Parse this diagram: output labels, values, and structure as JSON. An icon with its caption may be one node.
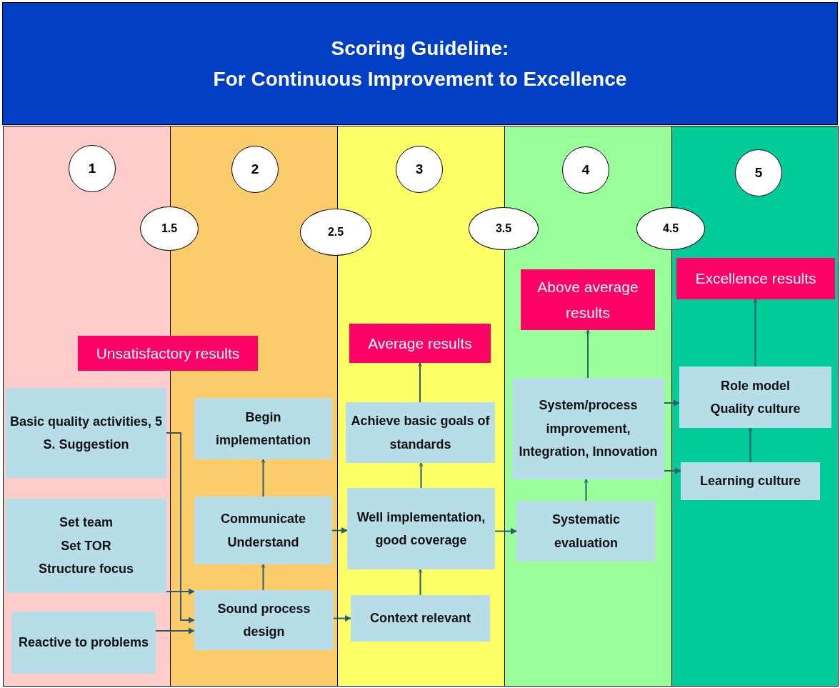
{
  "diagram": {
    "title": "Scoring Guideline: For Continuous Improvement to Excellence",
    "nodes": [
      {
        "text": [
          "1"
        ]
      },
      {
        "text": [
          "2"
        ]
      },
      {
        "text": [
          "3"
        ]
      },
      {
        "text": [
          "4"
        ]
      },
      {
        "text": [
          "5"
        ]
      },
      {
        "text": [
          "1.5"
        ]
      },
      {
        "text": [
          "2.5"
        ]
      },
      {
        "text": [
          "3.5"
        ]
      },
      {
        "text": [
          "4.5"
        ]
      },
      {
        "text": [
          "Unsatisfactory results"
        ]
      },
      {
        "text": [
          "Basic quality activities, 5 S. Suggestion"
        ]
      },
      {
        "text": [
          "Set team",
          "Set TOR",
          "Structure focus"
        ]
      },
      {
        "text": [
          "Reactive to problems"
        ]
      },
      {
        "text": [
          "Begin implementation"
        ]
      },
      {
        "text": [
          "Communicate",
          "Understand"
        ]
      },
      {
        "text": [
          "Sound process design"
        ]
      },
      {
        "text": [
          "Average results"
        ]
      },
      {
        "text": [
          "Achieve basic goals of standards"
        ]
      },
      {
        "text": [
          "Well implementation, good coverage"
        ]
      },
      {
        "text": [
          "Context relevant"
        ]
      },
      {
        "text": [
          "Above average results"
        ]
      },
      {
        "text": [
          "System/process improvement, Integration, Innovation"
        ]
      },
      {
        "text": [
          "Systematic evaluation"
        ]
      },
      {
        "text": [
          "Excellence results"
        ]
      },
      {
        "text": [
          "Role model",
          "Quality culture"
        ]
      },
      {
        "text": [
          "Learning culture"
        ]
      }
    ],
    "edges": [
      {
        "from": 10,
        "to": 15,
        "arrow": "to"
      },
      {
        "from": 11,
        "to": 15,
        "arrow": "to"
      },
      {
        "from": 12,
        "to": 15,
        "arrow": "to"
      },
      {
        "from": 15,
        "to": 14,
        "arrow": "to"
      },
      {
        "from": 14,
        "to": 13,
        "arrow": "to"
      },
      {
        "from": 14,
        "to": 18,
        "arrow": "to"
      },
      {
        "from": 15,
        "to": 19,
        "arrow": "to"
      },
      {
        "from": 19,
        "to": 18,
        "arrow": "to"
      },
      {
        "from": 18,
        "to": 17,
        "arrow": "to"
      },
      {
        "from": 17,
        "to": 16,
        "arrow": "to"
      },
      {
        "from": 18,
        "to": 22,
        "arrow": "to"
      },
      {
        "from": 22,
        "to": 21,
        "arrow": "to"
      },
      {
        "from": 21,
        "to": 20,
        "arrow": "to"
      },
      {
        "from": 21,
        "to": 24,
        "arrow": "to"
      },
      {
        "from": 21,
        "to": 25,
        "arrow": "to"
      },
      {
        "from": 25,
        "to": 24,
        "arrow": "to"
      },
      {
        "from": 24,
        "to": 23,
        "arrow": "to"
      }
    ]
  }
}
